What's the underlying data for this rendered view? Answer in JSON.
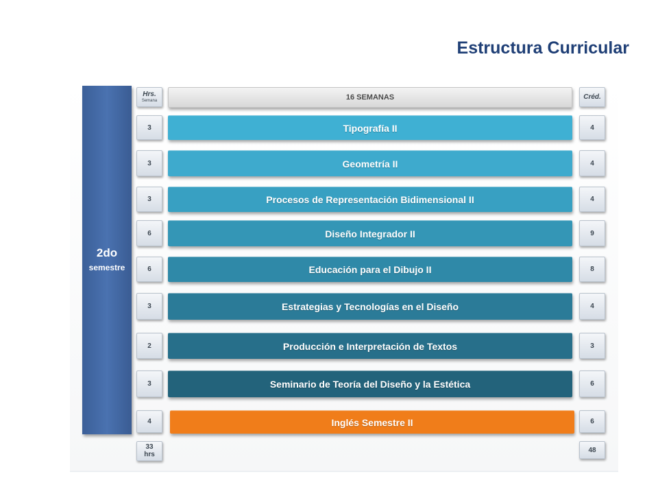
{
  "title": "Estructura Curricular",
  "semester": {
    "number": "2do",
    "label": "semestre"
  },
  "header": {
    "hrs_label": "Hrs.",
    "hrs_sub": "Semana",
    "weeks_label": "16 SEMANAS",
    "cred_label": "Créd."
  },
  "courses": [
    {
      "name": "Tipografía II",
      "hours": "3",
      "credits": "4",
      "color": "#3fb0d3"
    },
    {
      "name": "Geometría II",
      "hours": "3",
      "credits": "4",
      "color": "#3eaacd"
    },
    {
      "name": "Procesos de Representación Bidimensional II",
      "hours": "3",
      "credits": "4",
      "color": "#38a0c2"
    },
    {
      "name": "Diseño Integrador II",
      "hours": "6",
      "credits": "9",
      "color": "#3496b6"
    },
    {
      "name": "Educación para el Dibujo II",
      "hours": "6",
      "credits": "8",
      "color": "#2f89a8"
    },
    {
      "name": "Estrategias y Tecnologías en el Diseño",
      "hours": "3",
      "credits": "4",
      "color": "#2b7b98"
    },
    {
      "name": "Producción e Interpretación de Textos",
      "hours": "2",
      "credits": "3",
      "color": "#276f8a"
    },
    {
      "name": "Seminario de Teoría del Diseño y la Estética",
      "hours": "3",
      "credits": "6",
      "color": "#23637b"
    },
    {
      "name": "Inglés Semestre II",
      "hours": "4",
      "credits": "6",
      "color": "#f07d1a"
    }
  ],
  "totals": {
    "hours": "33",
    "hours_unit": "hrs",
    "credits": "48"
  }
}
